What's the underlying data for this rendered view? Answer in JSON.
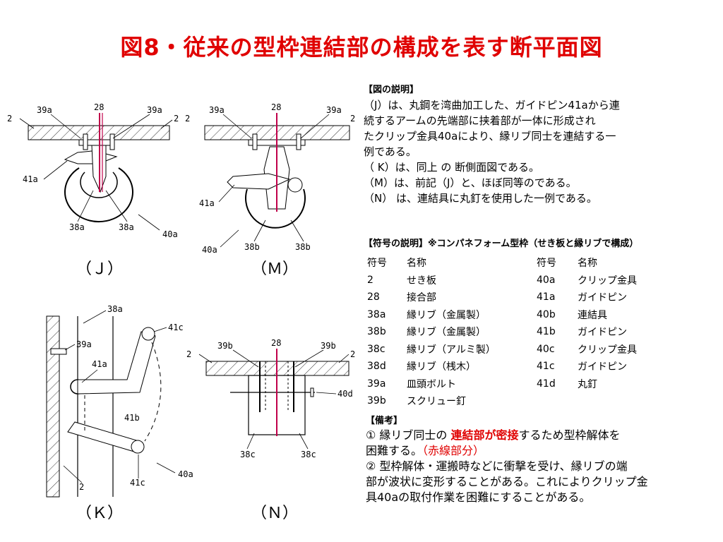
{
  "title": "図8・従来の型枠連結部の構成を表す断平面図",
  "figures": {
    "J": {
      "caption": "（Ｊ）",
      "labels": [
        "2",
        "39a",
        "28",
        "39a",
        "2",
        "41a",
        "38a",
        "38a",
        "40a"
      ]
    },
    "M": {
      "caption": "（Ｍ）",
      "labels": [
        "2",
        "39a",
        "28",
        "39a",
        "2",
        "41a",
        "40a",
        "38b",
        "38b"
      ]
    },
    "K": {
      "caption": "（Ｋ）",
      "labels": [
        "38a",
        "41c",
        "39a",
        "41a",
        "41b",
        "40a",
        "41c",
        "2"
      ]
    },
    "N": {
      "caption": "（Ｎ）",
      "labels": [
        "2",
        "39b",
        "28",
        "39b",
        "2",
        "40d",
        "38c",
        "38c"
      ]
    }
  },
  "description": {
    "heading": "【図の説明】",
    "lines": [
      "（J）は、丸鋼を湾曲加工した、ガイドピン41aから連",
      "続するアームの先端部に挟着部が一体に形成され",
      "たクリップ金具40aにより、縁リブ同士を連結する一",
      "例である。",
      "（ K）は、同上 の 断側面図である。",
      "（M）は、前記（J）と、ほぼ同等のである。",
      "（N） は、連結具に丸釘を使用した一例である。"
    ]
  },
  "symbols": {
    "heading": "【符号の説明】※コンパネフォーム型枠（せき板と縁リブで構成）",
    "header": [
      "符号",
      "名称",
      "符号",
      "名称"
    ],
    "rows": [
      [
        "2",
        "せき板",
        "40a",
        "クリップ金具"
      ],
      [
        "28",
        "接合部",
        "41a",
        "ガイドピン"
      ],
      [
        "38a",
        "縁リブ（金属製）",
        "40b",
        "連結具"
      ],
      [
        "38b",
        "縁リブ（金属製）",
        "41b",
        "ガイドピン"
      ],
      [
        "38c",
        "縁リブ（アルミ製）",
        "40c",
        "クリップ金具"
      ],
      [
        "38d",
        "縁リブ（桟木）",
        "41c",
        "ガイドピン"
      ],
      [
        "39a",
        "皿頭ボルト",
        "41d",
        "丸釘"
      ],
      [
        "39b",
        "スクリュー釘",
        "",
        ""
      ]
    ]
  },
  "remarks": {
    "heading": "【備考】",
    "r1_a": "① 縁リブ同士の ",
    "r1_red": "連結部が密接",
    "r1_b": "するため型枠解体を",
    "r1_c": "困難する。",
    "r1_red2": "（赤線部分）",
    "r2_a": "② 型枠解体・運搬時などに衝撃を受け、縁リブの端",
    "r2_b": "部が波状に変形することがある。これによりクリップ金",
    "r2_c": "具40aの取付作業を困難にすることがある。"
  },
  "colors": {
    "title": "#e00000",
    "highlight": "#e00000",
    "centerline": "#c0004a"
  }
}
